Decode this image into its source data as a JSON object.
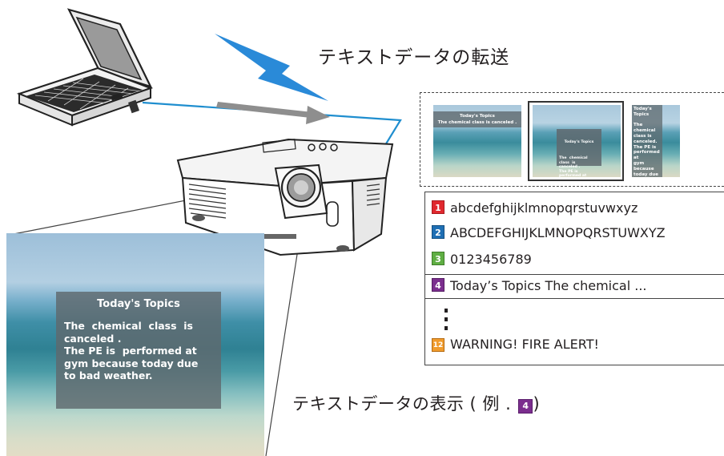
{
  "labels": {
    "transfer_title": "テキストデータの転送",
    "display_caption_prefix": "テキストデータの表示 ( 例 . ",
    "display_caption_badge": "4",
    "display_caption_suffix": ")"
  },
  "screen": {
    "heading": "Today's Topics",
    "body": "The  chemical  class  is\ncanceled .\nThe PE is  performed at\ngym because today due\nto bad weather."
  },
  "thumbnails": {
    "t1_heading": "Today's Topics",
    "t1_body": "The chemical class is canceled .",
    "t2_heading": "Today's Topics",
    "t2_body": "The  chemical  class  is\ncanceled .\nThe PE is  performed at\ngym because today due\nto bad weather.",
    "t3_text": "Today's\nTopics\n\nThe\nchemical\nclass is\ncanceled.\nThe PE is\nperformed at\ngym because\ntoday due\nto bad\nweather."
  },
  "list": {
    "items": [
      {
        "num": "1",
        "text": "abcdefghijklmnopqrstuvwxyz",
        "color": "#e0282e"
      },
      {
        "num": "2",
        "text": "ABCDEFGHIJKLMNOPQRSTUWXYZ",
        "color": "#1f6fb4"
      },
      {
        "num": "3",
        "text": "0123456789",
        "color": "#5fae43"
      },
      {
        "num": "4",
        "text": "Today’s Topics The chemical ...",
        "color": "#7b2e8e"
      },
      {
        "num": "12",
        "text": "WARNING! FIRE ALERT!",
        "color": "#f09b2c"
      }
    ]
  },
  "colors": {
    "cable": "#1f8ecf",
    "wireless": "#2a8ad8",
    "arrow": "#8e8e8e"
  }
}
